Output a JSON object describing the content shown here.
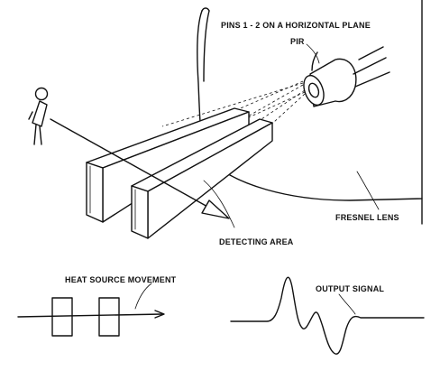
{
  "labels": {
    "pins": "PINS 1 - 2 ON A HORIZONTAL PLANE",
    "pir": "PIR",
    "fresnel": "FRESNEL LENS",
    "detecting": "DETECTING AREA",
    "heat": "HEAT SOURCE MOVEMENT",
    "output": "OUTPUT SIGNAL"
  }
}
